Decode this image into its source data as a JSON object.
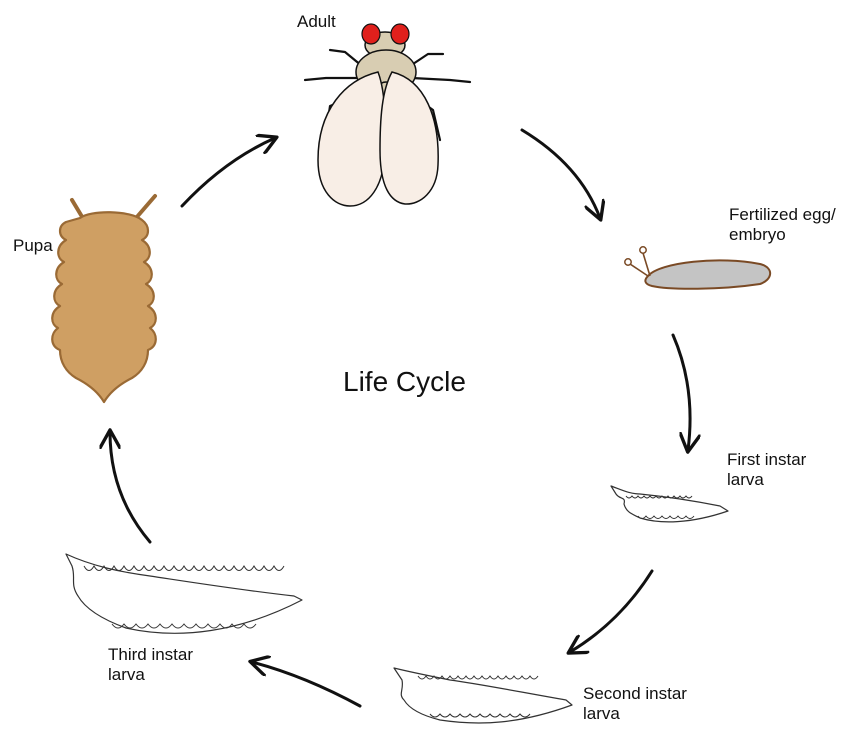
{
  "title": "Life Cycle",
  "stages": {
    "adult": {
      "label": "Adult"
    },
    "egg": {
      "line1": "Fertilized egg/",
      "line2": "embryo"
    },
    "first_instar": {
      "line1": "First instar",
      "line2": "larva"
    },
    "second_instar": {
      "line1": "Second instar",
      "line2": "larva"
    },
    "third_instar": {
      "line1": "Third instar",
      "line2": "larva"
    },
    "pupa": {
      "label": "Pupa"
    }
  },
  "colors": {
    "fly_eye": "#e0201c",
    "fly_body": "#d8cdb2",
    "fly_wing": "#f8eee6",
    "egg_fill": "#c4c4c4",
    "egg_outline": "#7a4a25",
    "pupa_fill": "#cf9f63",
    "pupa_outline": "#9a6a35",
    "arrow": "#111111"
  }
}
